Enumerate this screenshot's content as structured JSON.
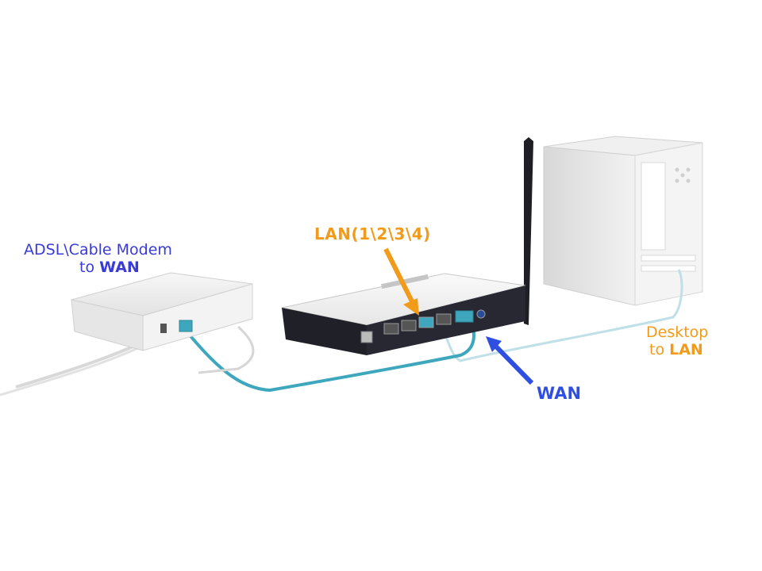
{
  "colors": {
    "modem_label": "#3a3ad6",
    "lan_label": "#f29a1a",
    "wan_arrow": "#2f4fe0",
    "cable": "#3fa7bd",
    "router_body": "#f4f4f4",
    "router_dark": "#1c1c22",
    "pc_case": "#e4e4e4",
    "modem_case": "#ececec"
  },
  "labels": {
    "modem_line1": "ADSL\\Cable Modem",
    "modem_line2_prefix": "to ",
    "modem_line2_bold": "WAN",
    "lan_ports": "LAN(1\\2\\3\\4)",
    "desktop_line1": "Desktop",
    "desktop_line2_prefix": "to ",
    "desktop_line2_bold": "LAN",
    "wan": "WAN"
  },
  "icons": {
    "modem": "adsl-modem-icon",
    "router": "wireless-router-icon",
    "desktop": "desktop-tower-icon",
    "lan_arrow": "arrow-down-icon",
    "wan_arrow": "arrow-up-icon"
  }
}
